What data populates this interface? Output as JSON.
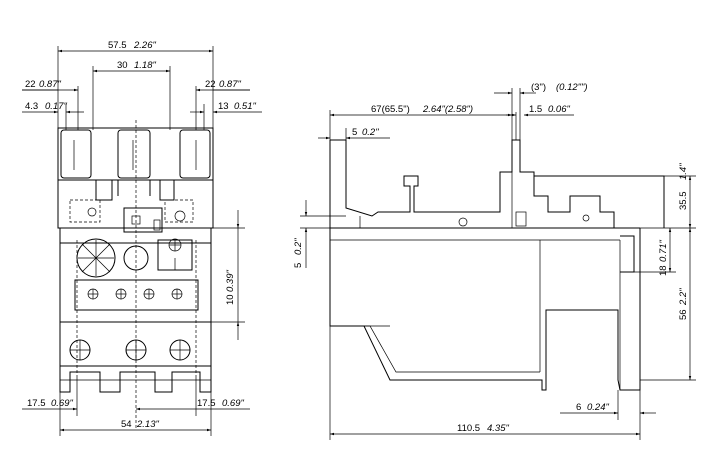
{
  "left_view": {
    "dims": {
      "w_total": {
        "mm": "57.5",
        "in": "2.26\""
      },
      "w_mid": {
        "mm": "30",
        "in": "1.18\""
      },
      "left_22": {
        "mm": "22",
        "in": "0.87\""
      },
      "right_22": {
        "mm": "22",
        "in": "0.87\""
      },
      "left_4_3": {
        "mm": "4.3",
        "in": "0.17\""
      },
      "right_13": {
        "mm": "13",
        "in": "0.51\""
      },
      "v_10": {
        "mm": "10",
        "in": "0.39\""
      },
      "bot_left": {
        "mm": "17.5",
        "in": "0.69\""
      },
      "bot_right": {
        "mm": "17.5",
        "in": "0.69\""
      },
      "bot_total": {
        "mm": "54",
        "in": "2.13\""
      }
    }
  },
  "right_view": {
    "dims": {
      "top_3": {
        "mm": "(3\")",
        "in": "(0.12\"\")"
      },
      "top_67": {
        "mm": "67(65.5\")",
        "in": "2.64\"(2.58\")"
      },
      "top_1_5": {
        "mm": "1.5",
        "in": "0.06\""
      },
      "left_5h": {
        "mm": "5",
        "in": "0.2\""
      },
      "left_5v": {
        "mm": "5",
        "in": "0.2\""
      },
      "r_35_5": {
        "mm": "35.5",
        "in": "1.4\""
      },
      "r_18": {
        "mm": "18",
        "in": "0.71\""
      },
      "r_56": {
        "mm": "56",
        "in": "2.2\""
      },
      "bot_6": {
        "mm": "6",
        "in": "0.24\""
      },
      "bot_110_5": {
        "mm": "110.5",
        "in": "4.35\""
      }
    }
  }
}
